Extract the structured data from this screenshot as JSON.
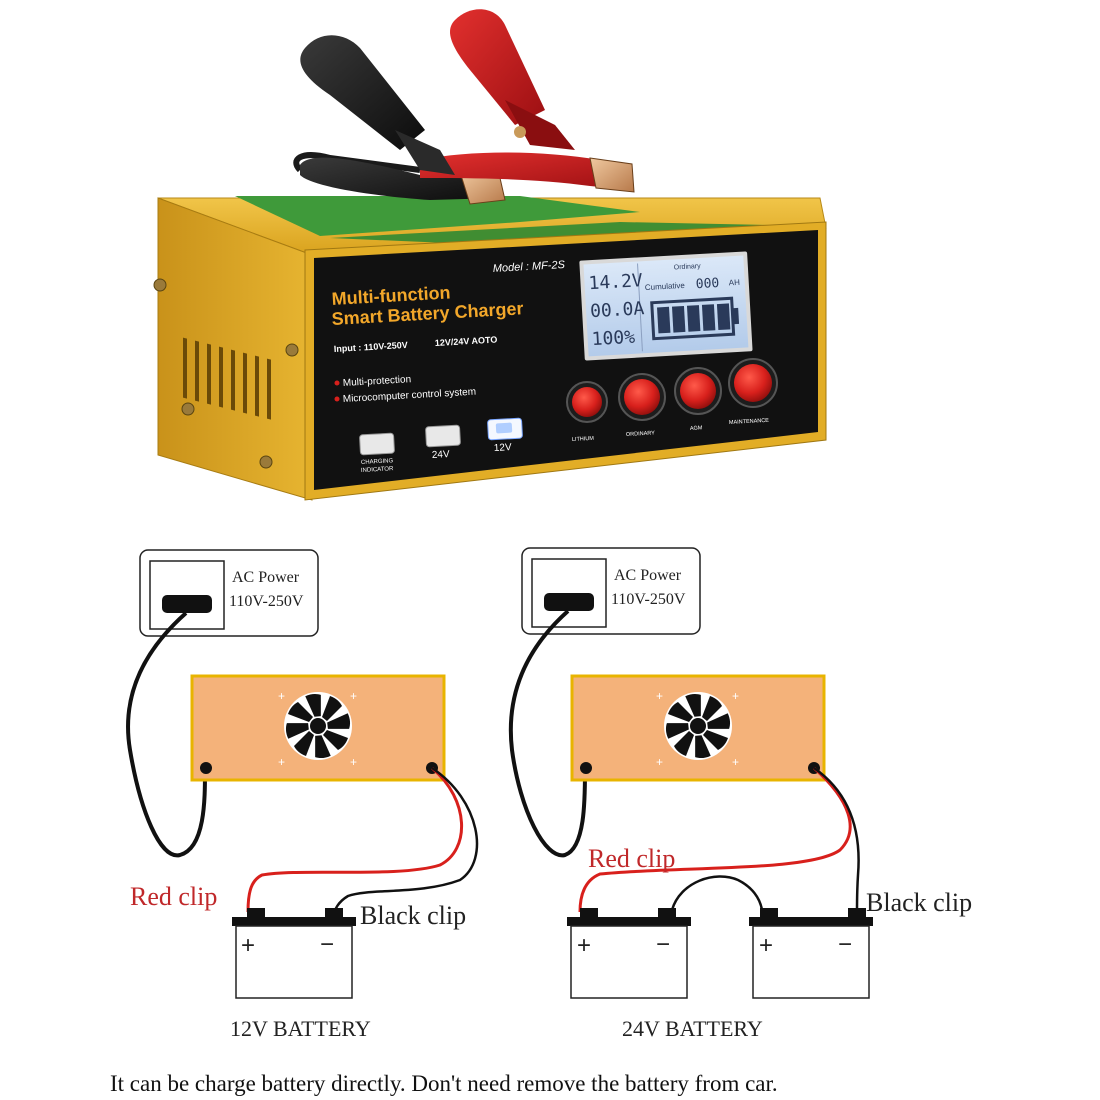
{
  "product": {
    "model": "Model : MF-2S",
    "title_line1": "Multi-function",
    "title_line2": "Smart  Battery Charger",
    "input_label": "Input : 110V-250V",
    "auto_label": "12V/24V AOTO",
    "features": [
      "Multi-protection",
      "Microcomputer control system"
    ],
    "indicators": [
      {
        "label_line1": "CHARGING",
        "label_line2": "INDICATOR",
        "lit": false
      },
      {
        "label_line1": "24V",
        "label_line2": "",
        "lit": false
      },
      {
        "label_line1": "12V",
        "label_line2": "",
        "lit": true
      }
    ],
    "lcd": {
      "voltage": "14.2V",
      "current": "00.0A",
      "percent": "100%",
      "mode": "Ordinary",
      "cumulative_label": "Cumulative",
      "cumulative_value": "000",
      "cumulative_unit": "AH",
      "battery_fill": 1.0
    },
    "mode_buttons": [
      "LITHIUM",
      "ORDINARY",
      "AGM",
      "MAINTENANCE"
    ],
    "colors": {
      "body_yellow": "#e8b62e",
      "panel_black": "#111111",
      "stripe_green": "#3f9a3a",
      "title_orange": "#f2a72a",
      "button_red": "#d8201c",
      "lcd_blue": "#c6d9f2",
      "clip_red": "#c8161c",
      "clip_black": "#1a1a1a"
    }
  },
  "diagram_left": {
    "ac_power_line1": "AC Power",
    "ac_power_line2": "110V-250V",
    "red_clip": "Red clip",
    "black_clip": "Black clip",
    "battery_label": "12V BATTERY",
    "terminal_plus": "+",
    "terminal_minus": "−"
  },
  "diagram_right": {
    "ac_power_line1": "AC Power",
    "ac_power_line2": "110V-250V",
    "red_clip": "Red clip",
    "black_clip": "Black clip",
    "battery_label": "24V BATTERY",
    "terminal_plus": "+",
    "terminal_minus": "−"
  },
  "diagram_colors": {
    "charger_fill": "#f4b27a",
    "charger_border": "#e8b400",
    "red_wire": "#d8201c",
    "red_text": "#c0282a",
    "black_wire": "#111111"
  },
  "footer_note": "It can be charge battery directly. Don't need remove the battery from car."
}
